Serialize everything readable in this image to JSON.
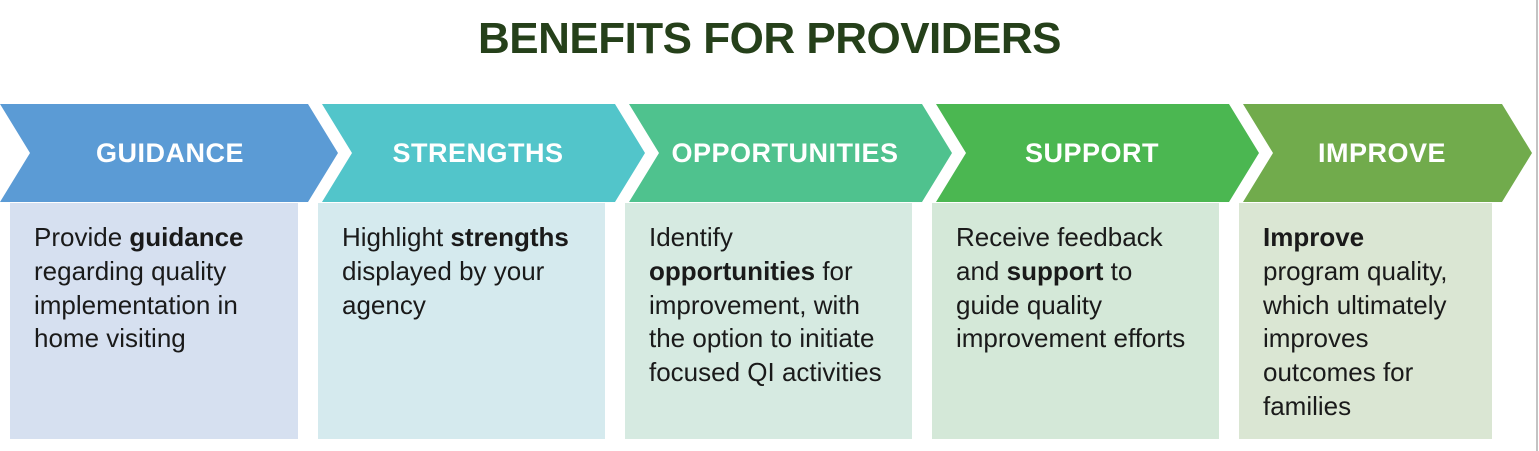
{
  "title": "BENEFITS FOR PROVIDERS",
  "title_color": "#25401a",
  "sections": [
    {
      "label": "GUIDANCE",
      "arrow_color": "#5b9bd5",
      "box_color": "#d6e0f0",
      "segments": [
        {
          "text": "Provide ",
          "bold": false
        },
        {
          "text": "guidance",
          "bold": true
        },
        {
          "text": " regarding quality implementation in home visiting",
          "bold": false
        }
      ]
    },
    {
      "label": "STRENGTHS",
      "arrow_color": "#52c5ca",
      "box_color": "#d5eaee",
      "segments": [
        {
          "text": "Highlight ",
          "bold": false
        },
        {
          "text": "strengths",
          "bold": true
        },
        {
          "text": " displayed by your agency",
          "bold": false
        }
      ]
    },
    {
      "label": "OPPORTUNITIES",
      "arrow_color": "#4fc28e",
      "box_color": "#d6eae1",
      "segments": [
        {
          "text": "Identify ",
          "bold": false
        },
        {
          "text": "opportunities",
          "bold": true
        },
        {
          "text": " for improvement, with the option to initiate focused QI activities",
          "bold": false
        }
      ]
    },
    {
      "label": "SUPPORT",
      "arrow_color": "#4bb751",
      "box_color": "#d4e8d8",
      "segments": [
        {
          "text": "Receive feedback and ",
          "bold": false
        },
        {
          "text": "support",
          "bold": true
        },
        {
          "text": " to guide quality improvement efforts",
          "bold": false
        }
      ]
    },
    {
      "label": "IMPROVE",
      "arrow_color": "#71ab4c",
      "box_color": "#dae6d3",
      "segments": [
        {
          "text": "Improve",
          "bold": true
        },
        {
          "text": " program quality, which ultimately improves outcomes for families",
          "bold": false
        }
      ]
    }
  ]
}
